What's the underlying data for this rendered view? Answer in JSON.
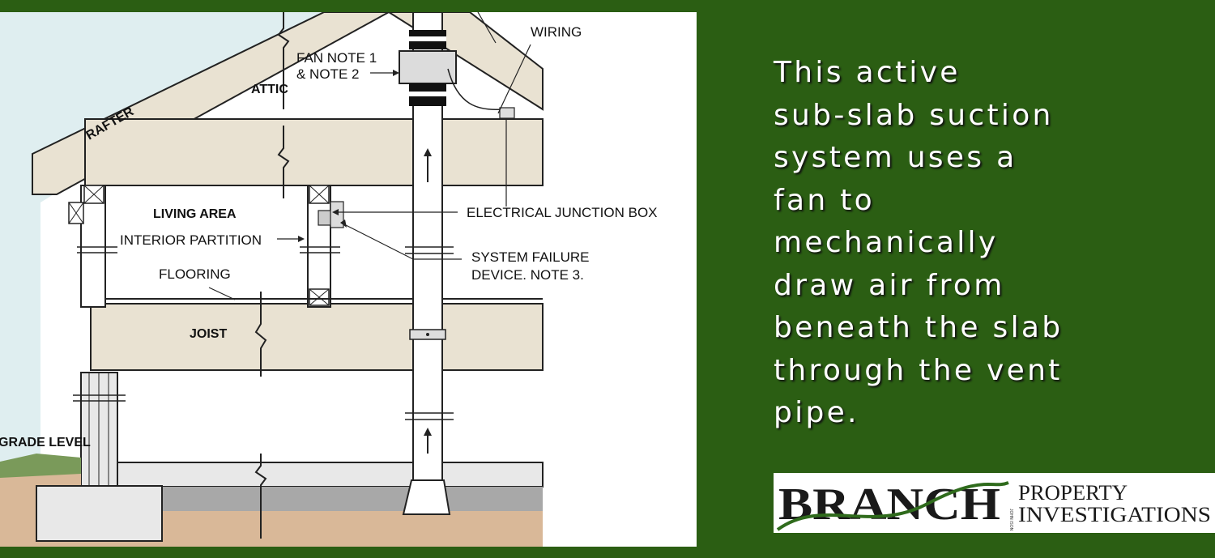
{
  "diagram": {
    "labels": {
      "wiring": "WIRING",
      "fan_note_1": "FAN NOTE 1",
      "fan_note_2": "& NOTE 2",
      "attic": "ATTIC",
      "rafter": "RAFTER",
      "living_area": "LIVING AREA",
      "interior_partition": "INTERIOR PARTITION",
      "flooring": "FLOORING",
      "joist": "JOIST",
      "electrical_junction_box": "ELECTRICAL JUNCTION BOX",
      "system_failure_1": "SYSTEM FAILURE",
      "system_failure_2": "DEVICE. NOTE 3.",
      "grade_level": "GRADE LEVEL"
    }
  },
  "caption": {
    "lines": [
      "This active",
      "sub-slab suction",
      "system uses a",
      "fan to",
      "mechanically",
      "draw air from",
      "beneath the slab",
      "through the vent",
      "pipe."
    ]
  },
  "logo": {
    "brand": "BRANCH",
    "line1": "PROPERTY",
    "line2": "INVESTIGATIONS",
    "tiny": "JOHN ISON"
  },
  "colors": {
    "background": "#2b5e13",
    "beam": "#e9e2d2",
    "sky": "#dfeef0",
    "soil": "#d9b898",
    "gravel": "#a8a8a8",
    "logo_green": "#2f6b1c"
  }
}
